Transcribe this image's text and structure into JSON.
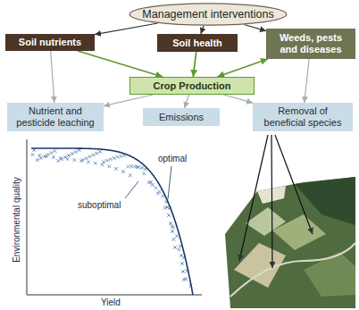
{
  "diagram": {
    "nodes": [
      {
        "text": [
          "Management interventions"
        ]
      },
      {
        "text": [
          "Soil nutrients"
        ]
      },
      {
        "text": [
          "Soil health"
        ]
      },
      {
        "text": [
          "Weeds, pests and diseases"
        ]
      },
      {
        "text": [
          "Crop Production"
        ]
      },
      {
        "text": [
          "Nutrient and pesticide leaching"
        ]
      },
      {
        "text": [
          "Emissions"
        ]
      },
      {
        "text": [
          "Removal of beneficial species"
        ]
      }
    ],
    "edges": [
      {
        "from": 0,
        "to": 1,
        "arrow": "to"
      },
      {
        "from": 0,
        "to": 2,
        "arrow": "to"
      },
      {
        "from": 0,
        "to": 3,
        "arrow": "to"
      },
      {
        "from": 1,
        "to": 4,
        "arrow": "to"
      },
      {
        "from": 2,
        "to": 4,
        "arrow": "to"
      },
      {
        "from": 3,
        "to": 4,
        "arrow": "both"
      },
      {
        "from": 1,
        "to": 5,
        "arrow": "to"
      },
      {
        "from": 4,
        "to": 5,
        "arrow": "to"
      },
      {
        "from": 4,
        "to": 6,
        "arrow": "to"
      },
      {
        "from": 4,
        "to": 7,
        "arrow": "to"
      },
      {
        "from": 3,
        "to": 7,
        "arrow": "to"
      }
    ],
    "labels": [
      "optimal",
      "suboptimal",
      "Environmental quality",
      "Yield"
    ]
  }
}
